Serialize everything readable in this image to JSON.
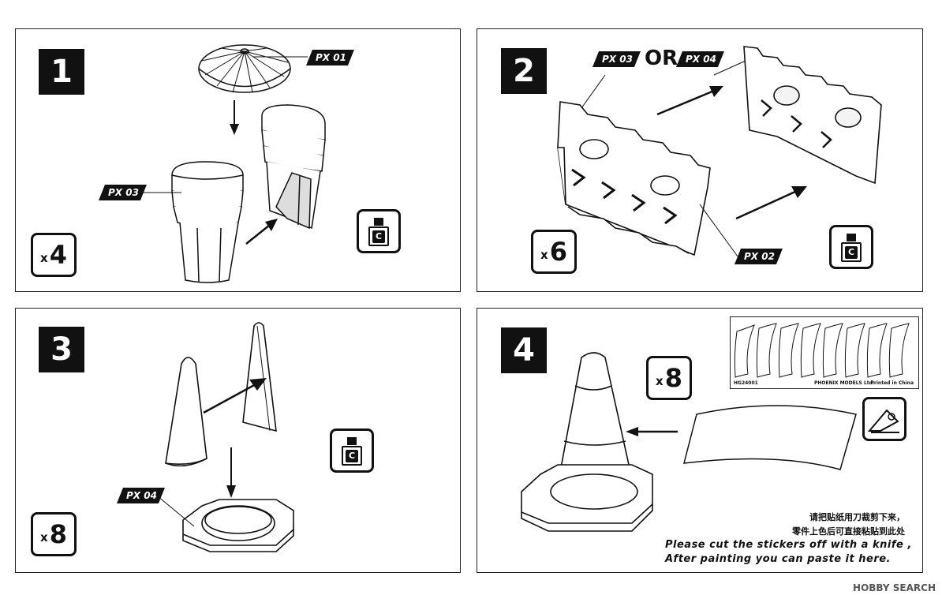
{
  "steps": [
    {
      "number": "1",
      "qty_x": "x",
      "qty_n": "4",
      "tags": [
        "PX 01",
        "PX 03"
      ],
      "paint": "C"
    },
    {
      "number": "2",
      "qty_x": "x",
      "qty_n": "6",
      "tags": [
        "PX 03",
        "PX 04",
        "PX 02"
      ],
      "or": "OR",
      "paint": "C"
    },
    {
      "number": "3",
      "qty_x": "x",
      "qty_n": "8",
      "tags": [
        "PX 04"
      ],
      "paint": "C"
    },
    {
      "number": "4",
      "qty_x": "x",
      "qty_n": "8"
    }
  ],
  "sticker_sheet": {
    "code": "HG24001",
    "maker": "PHOENIX MODELS Ltd.",
    "printed": "Printed in China"
  },
  "instruction": {
    "cn_line1": "请把贴纸用刀裁剪下来，",
    "cn_line2": "零件上色后可直接粘贴到此处",
    "en_line1": "Please cut the stickers off with a knife ,",
    "en_line2": "After painting you can paste it here."
  },
  "watermark": "HOBBY SEARCH",
  "colors": {
    "ink": "#111111",
    "paper": "#ffffff"
  }
}
